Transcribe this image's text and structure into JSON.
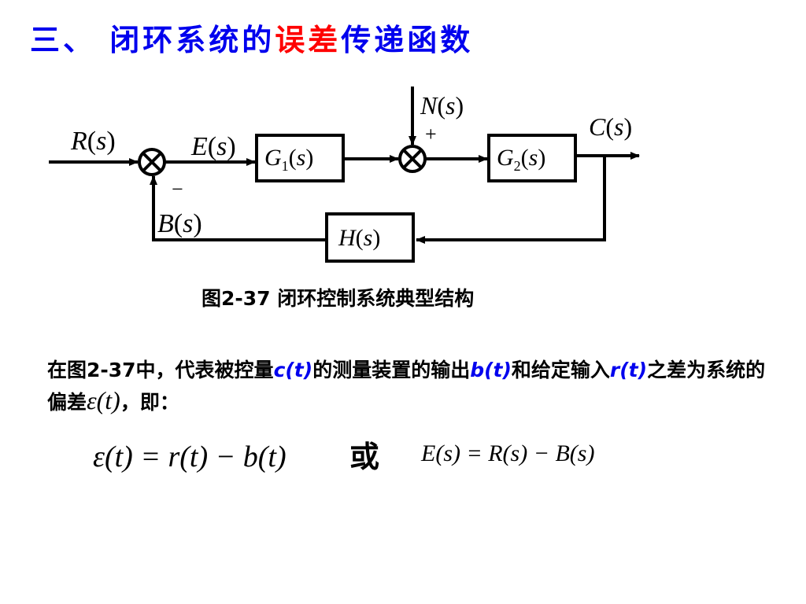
{
  "title": {
    "prefix": "三、 闭环系统的",
    "highlight": "误差",
    "suffix": "传递函数"
  },
  "diagram": {
    "input_label": "R(s)",
    "error_label": "E(s)",
    "block1_label": "G1(s)",
    "disturbance_label": "N(s)",
    "disturbance_sign": "+",
    "block2_label": "G2(s)",
    "output_label": "C(s)",
    "feedback_block_label": "H(s)",
    "feedback_label": "B(s)",
    "feedback_sign": "−"
  },
  "caption": "图2-37 闭环控制系统典型结构",
  "paragraph": {
    "part1": "在图2-37中，代表被控量",
    "var_c": "c(t)",
    "part2": "的测量装置的输出",
    "var_b": "b(t)",
    "part3": "和给定输入",
    "var_r": "r(t)",
    "part4": "之差为系统的偏差",
    "var_eps": "ε(t)",
    "part5": "，即："
  },
  "equations": {
    "time_domain": "ε(t) = r(t) − b(t)",
    "or_word": "或",
    "s_domain": "E(s) = R(s) − B(s)"
  }
}
